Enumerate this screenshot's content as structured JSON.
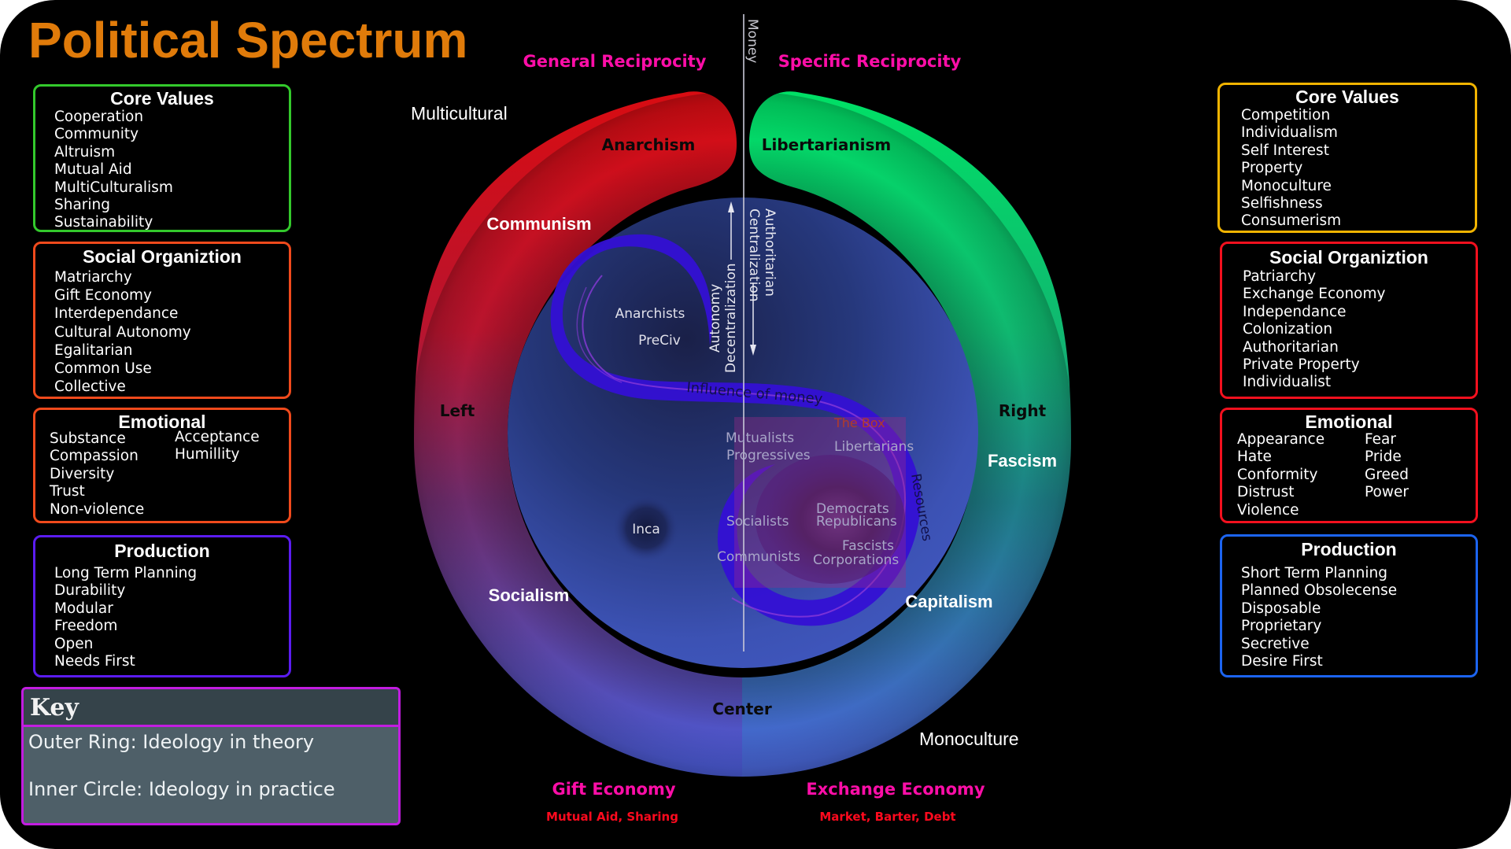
{
  "title": "Political Spectrum",
  "left_panels": {
    "core_values": {
      "heading": "Core Values",
      "items": [
        "Cooperation",
        "Community",
        "Altruism",
        "Mutual Aid",
        "MultiCulturalism",
        "Sharing",
        "Sustainability"
      ]
    },
    "social_organization": {
      "heading": "Social Organiztion",
      "items": [
        "Matriarchy",
        "Gift Economy",
        "Interdependance",
        "Cultural Autonomy",
        "Egalitarian",
        "Common Use",
        "Collective"
      ]
    },
    "emotional": {
      "heading": "Emotional",
      "col1": [
        "Substance",
        "Compassion",
        "Diversity",
        "Trust",
        "Non-violence"
      ],
      "col2": [
        "Acceptance",
        "Humillity"
      ]
    },
    "production": {
      "heading": "Production",
      "items": [
        "Long Term Planning",
        "Durability",
        "Modular",
        "Freedom",
        "Open",
        "Needs First"
      ]
    }
  },
  "right_panels": {
    "core_values": {
      "heading": "Core Values",
      "items": [
        "Competition",
        "Individualism",
        "Self Interest",
        "Property",
        "Monoculture",
        "Selfishness",
        "Consumerism"
      ]
    },
    "social_organization": {
      "heading": "Social Organiztion",
      "items": [
        "Patriarchy",
        "Exchange Economy",
        "Independance",
        "Colonization",
        "Authoritarian",
        "Private Property",
        "Individualist"
      ]
    },
    "emotional": {
      "heading": "Emotional",
      "col1": [
        "Appearance",
        "Hate",
        "Conformity",
        "Distrust",
        "Violence"
      ],
      "col2": [
        "Fear",
        "Pride",
        "Greed",
        "Power"
      ]
    },
    "production": {
      "heading": "Production",
      "items": [
        "Short Term Planning",
        "Planned Obsolecense",
        "Disposable",
        "Proprietary",
        "Secretive",
        "Desire First"
      ]
    }
  },
  "key": {
    "heading": "Key",
    "lines": [
      "Outer Ring: Ideology in theory",
      "Inner Circle: Ideology in practice"
    ]
  },
  "diagram": {
    "axis_label": "Money",
    "top_left_header": "General Reciprocity",
    "top_right_header": "Specific Reciprocity",
    "bottom_left_header": "Gift Economy",
    "bottom_left_sub": "Mutual Aid, Sharing",
    "bottom_right_header": "Exchange Economy",
    "bottom_right_sub": "Market, Barter, Debt",
    "corner_top_left": "Multicultural",
    "corner_bottom_right": "Monoculture",
    "outer_ring": {
      "anarchism": "Anarchism",
      "libertarianism": "Libertarianism",
      "communism": "Communism",
      "left": "Left",
      "right": "Right",
      "fascism": "Fascism",
      "socialism": "Socialism",
      "capitalism": "Capitalism",
      "center": "Center"
    },
    "inner": {
      "authoritarian": "Authoritarian",
      "centralization": "Centralization",
      "autonomy": "Autonomy",
      "decentralization": "Decentralization",
      "anarchists": "Anarchists",
      "preciv": "PreCiv",
      "influence_of_money": "Influence of money",
      "the_box": "The Box",
      "mutualists": "Mutualists",
      "progressives": "Progressives",
      "libertarians": "Libertarians",
      "resources": "Resources",
      "democrats": "Democrats",
      "republicans": "Republicans",
      "socialists": "Socialists",
      "inca": "Inca",
      "fascists": "Fascists",
      "communists": "Communists",
      "corporations": "Corporations"
    },
    "colors": {
      "left_ring": "#d40c12",
      "right_ring": "#00e066",
      "bottom_ring": "#4a64dc",
      "inner_circle": "#3a4ea8",
      "spiral": "#3a10d8",
      "box": "#8a2a8a",
      "reciprocity": "#ff0ea8",
      "economy_sub": "#ff0a1e",
      "title": "#e07b0a"
    }
  }
}
